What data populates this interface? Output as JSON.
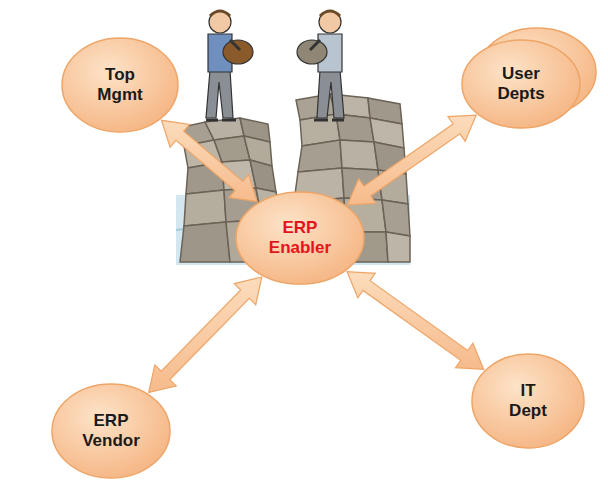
{
  "diagram": {
    "nodes": [
      {
        "text": [
          "Top Mgmt"
        ]
      },
      {
        "text": [
          "User Depts"
        ]
      },
      {
        "text": [
          "ERP Enabler"
        ]
      },
      {
        "text": [
          "ERP Vendor"
        ]
      },
      {
        "text": [
          "IT Dept"
        ]
      }
    ],
    "edges": [
      {
        "from": 2,
        "to": 0,
        "arrow": "both"
      },
      {
        "from": 2,
        "to": 1,
        "arrow": "both"
      },
      {
        "from": 2,
        "to": 3,
        "arrow": "both"
      },
      {
        "from": 2,
        "to": 4,
        "arrow": "both"
      }
    ]
  }
}
